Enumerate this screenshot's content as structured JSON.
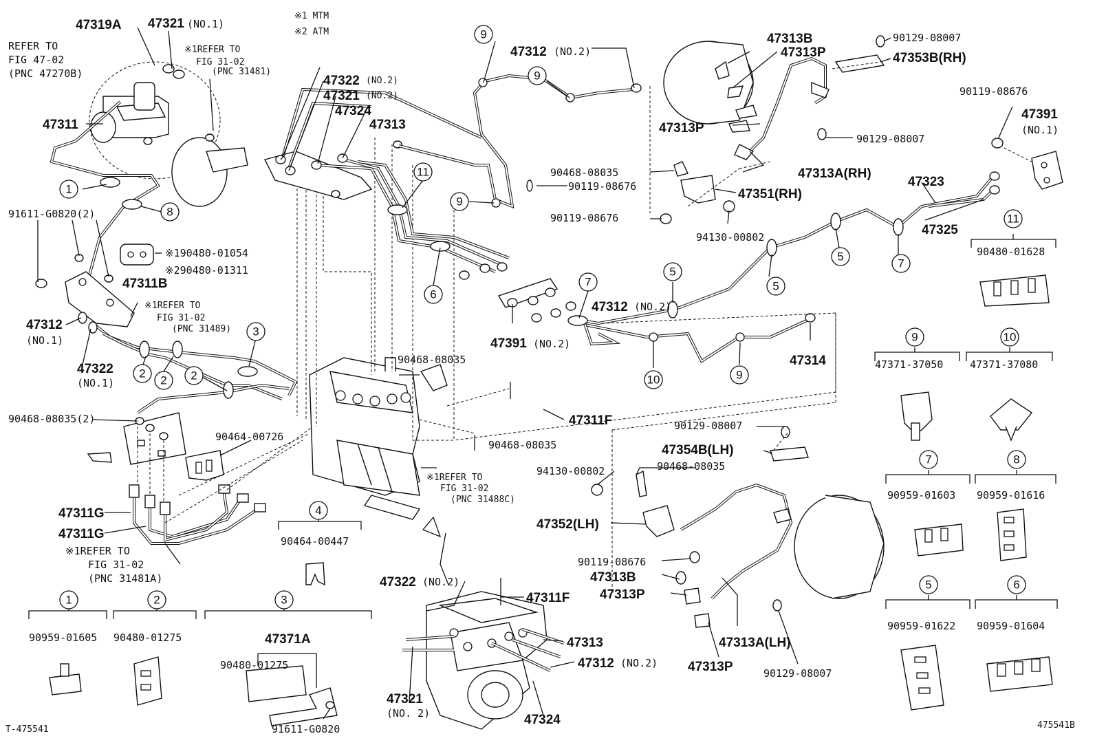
{
  "notes": {
    "n1": "※1 MTM",
    "n2": "※2 ATM"
  },
  "drawing_id": "T-475541",
  "page_id": "475541B",
  "labels": [
    {
      "id": "l01",
      "text": "47319A"
    },
    {
      "id": "l02",
      "text": "47321"
    },
    {
      "id": "l02b",
      "text": "(NO.1)"
    },
    {
      "id": "l03",
      "text": "REFER TO"
    },
    {
      "id": "l04",
      "text": "FIG 47-02"
    },
    {
      "id": "l05",
      "text": "(PNC 47270B)"
    },
    {
      "id": "l06",
      "text": "※1REFER TO"
    },
    {
      "id": "l07",
      "text": "FIG 31-02"
    },
    {
      "id": "l08",
      "text": "(PNC 31481)"
    },
    {
      "id": "l09",
      "text": "47311"
    },
    {
      "id": "l10",
      "text": "91611-G0820(2)"
    },
    {
      "id": "l11",
      "text": "※190480-01054"
    },
    {
      "id": "l12",
      "text": "※290480-01311"
    },
    {
      "id": "l13",
      "text": "47311B"
    },
    {
      "id": "l14",
      "text": "※1REFER TO"
    },
    {
      "id": "l15",
      "text": "FIG 31-02"
    },
    {
      "id": "l16",
      "text": "(PNC 31489)"
    },
    {
      "id": "l17",
      "text": "47312"
    },
    {
      "id": "l18",
      "text": "(NO.1)"
    },
    {
      "id": "l19",
      "text": "47322"
    },
    {
      "id": "l20",
      "text": "(NO.1)"
    },
    {
      "id": "l21",
      "text": "90468-08035(2)"
    },
    {
      "id": "l22",
      "text": "90464-00726"
    },
    {
      "id": "l23",
      "text": "47311G"
    },
    {
      "id": "l24",
      "text": "47311G"
    },
    {
      "id": "l25",
      "text": "※1REFER TO"
    },
    {
      "id": "l26",
      "text": "FIG 31-02"
    },
    {
      "id": "l27",
      "text": "(PNC 31481A)"
    },
    {
      "id": "l28",
      "text": "90464-00447"
    },
    {
      "id": "l29",
      "text": "90959-01605"
    },
    {
      "id": "l30",
      "text": "90480-01275"
    },
    {
      "id": "l31",
      "text": "47371A"
    },
    {
      "id": "l32",
      "text": "90480-01275"
    },
    {
      "id": "l33",
      "text": "91611-G0820"
    },
    {
      "id": "l34",
      "text": "47322"
    },
    {
      "id": "l34b",
      "text": "(NO.2)"
    },
    {
      "id": "l35",
      "text": "47321"
    },
    {
      "id": "l35b",
      "text": "(NO.2)"
    },
    {
      "id": "l36",
      "text": "47324"
    },
    {
      "id": "l37",
      "text": "47313"
    },
    {
      "id": "l38",
      "text": "47312"
    },
    {
      "id": "l38b",
      "text": "(NO.2)"
    },
    {
      "id": "l39",
      "text": "90468-08035"
    },
    {
      "id": "l40",
      "text": "47311F"
    },
    {
      "id": "l41",
      "text": "90468-08035"
    },
    {
      "id": "l42",
      "text": "※1REFER TO"
    },
    {
      "id": "l43",
      "text": "FIG 31-02"
    },
    {
      "id": "l44",
      "text": "(PNC 31488C)"
    },
    {
      "id": "l45",
      "text": "47322"
    },
    {
      "id": "l45b",
      "text": "(NO.2)"
    },
    {
      "id": "l46",
      "text": "47311F"
    },
    {
      "id": "l47",
      "text": "47313"
    },
    {
      "id": "l48",
      "text": "47312"
    },
    {
      "id": "l48b",
      "text": "(NO.2)"
    },
    {
      "id": "l49",
      "text": "47321"
    },
    {
      "id": "l49b",
      "text": "(NO. 2)"
    },
    {
      "id": "l50",
      "text": "47324"
    },
    {
      "id": "l51",
      "text": "47312"
    },
    {
      "id": "l51b",
      "text": "(NO.2)"
    },
    {
      "id": "l52",
      "text": "90119-08676"
    },
    {
      "id": "l53",
      "text": "47391"
    },
    {
      "id": "l53b",
      "text": "(NO.2)"
    },
    {
      "id": "l54",
      "text": "47314"
    },
    {
      "id": "l55",
      "text": "47313B"
    },
    {
      "id": "l56",
      "text": "47313P"
    },
    {
      "id": "l57",
      "text": "47313P"
    },
    {
      "id": "l58",
      "text": "90468-08035"
    },
    {
      "id": "l59",
      "text": "90119-08676"
    },
    {
      "id": "l60",
      "text": "94130-00802"
    },
    {
      "id": "l61",
      "text": "47351(RH)"
    },
    {
      "id": "l62",
      "text": "47313A(RH)"
    },
    {
      "id": "l63",
      "text": "90129-08007"
    },
    {
      "id": "l64",
      "text": "47353B(RH)"
    },
    {
      "id": "l65",
      "text": "90129-08007"
    },
    {
      "id": "l66",
      "text": "90119-08676"
    },
    {
      "id": "l67",
      "text": "47391"
    },
    {
      "id": "l68",
      "text": "(NO.1)"
    },
    {
      "id": "l69",
      "text": "47323"
    },
    {
      "id": "l70",
      "text": "47325"
    },
    {
      "id": "l71",
      "text": "90480-01628"
    },
    {
      "id": "l72",
      "text": "47371-37050"
    },
    {
      "id": "l73",
      "text": "47371-37080"
    },
    {
      "id": "l74",
      "text": "90959-01603"
    },
    {
      "id": "l75",
      "text": "90959-01616"
    },
    {
      "id": "l76",
      "text": "90959-01622"
    },
    {
      "id": "l77",
      "text": "90959-01604"
    },
    {
      "id": "l78",
      "text": "90129-08007"
    },
    {
      "id": "l79",
      "text": "47354B(LH)"
    },
    {
      "id": "l80",
      "text": "94130-00802"
    },
    {
      "id": "l81",
      "text": "90468-08035"
    },
    {
      "id": "l82",
      "text": "47352(LH)"
    },
    {
      "id": "l83",
      "text": "90119-08676"
    },
    {
      "id": "l84",
      "text": "47313B"
    },
    {
      "id": "l85",
      "text": "47313P"
    },
    {
      "id": "l86",
      "text": "47313A(LH)"
    },
    {
      "id": "l87",
      "text": "47313P"
    },
    {
      "id": "l88",
      "text": "90129-08007"
    }
  ],
  "callouts": [
    "1",
    "2",
    "3",
    "4",
    "5",
    "6",
    "7",
    "8",
    "9",
    "10",
    "11"
  ]
}
